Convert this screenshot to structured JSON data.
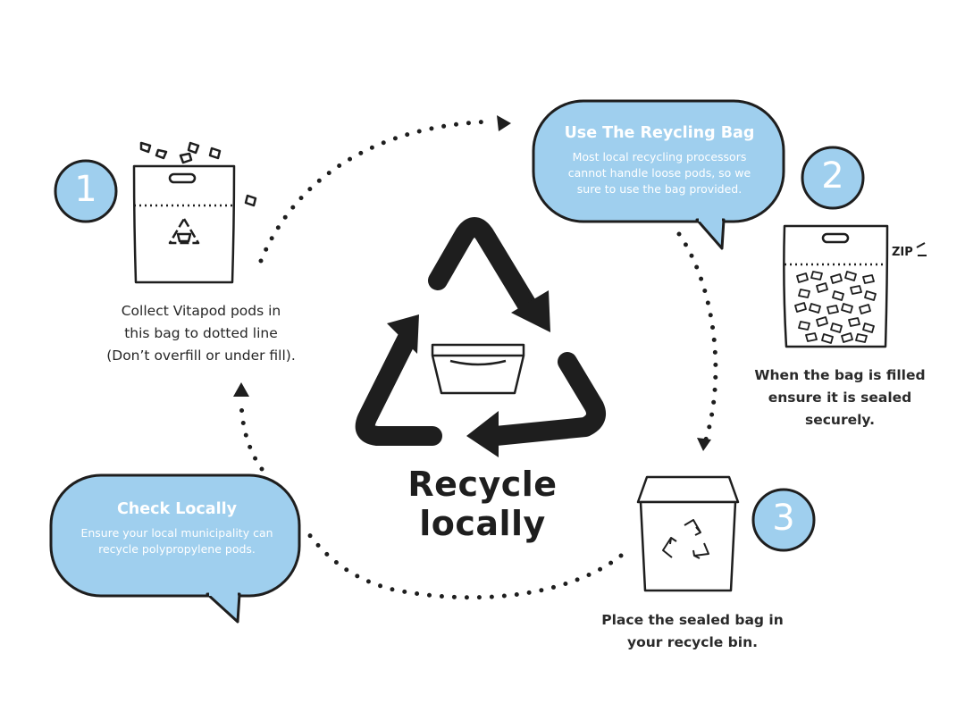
{
  "title": "Recycle locally",
  "steps": [
    {
      "number": "1",
      "caption_lines": [
        "Collect Vitapod pods in",
        "this bag to dotted line",
        "(Don’t overfill or under fill)."
      ]
    },
    {
      "number": "2",
      "caption_lines": [
        "When the bag is filled",
        "ensure it is sealed",
        "securely."
      ],
      "zip_label": "ZIP"
    },
    {
      "number": "3",
      "caption_lines": [
        "Place the sealed bag in",
        "your recycle bin."
      ]
    }
  ],
  "bubbles": [
    {
      "title": "Use The Reycling Bag",
      "lines": [
        "Most local recycling processors",
        "cannot handle loose pods, so we",
        "sure to use the bag provided."
      ]
    },
    {
      "title": "Check Locally",
      "lines": [
        "Ensure your local municipality can",
        "recycle polypropylene pods."
      ]
    }
  ],
  "colors": {
    "accent": "#9fcfee",
    "ink": "#1e1e1e",
    "bubble_text": "#ffffff"
  },
  "icons": [
    "recycle-triangle-icon",
    "pod-cup-icon",
    "collection-bag-icon",
    "zip-bag-icon",
    "recycle-bin-icon"
  ]
}
